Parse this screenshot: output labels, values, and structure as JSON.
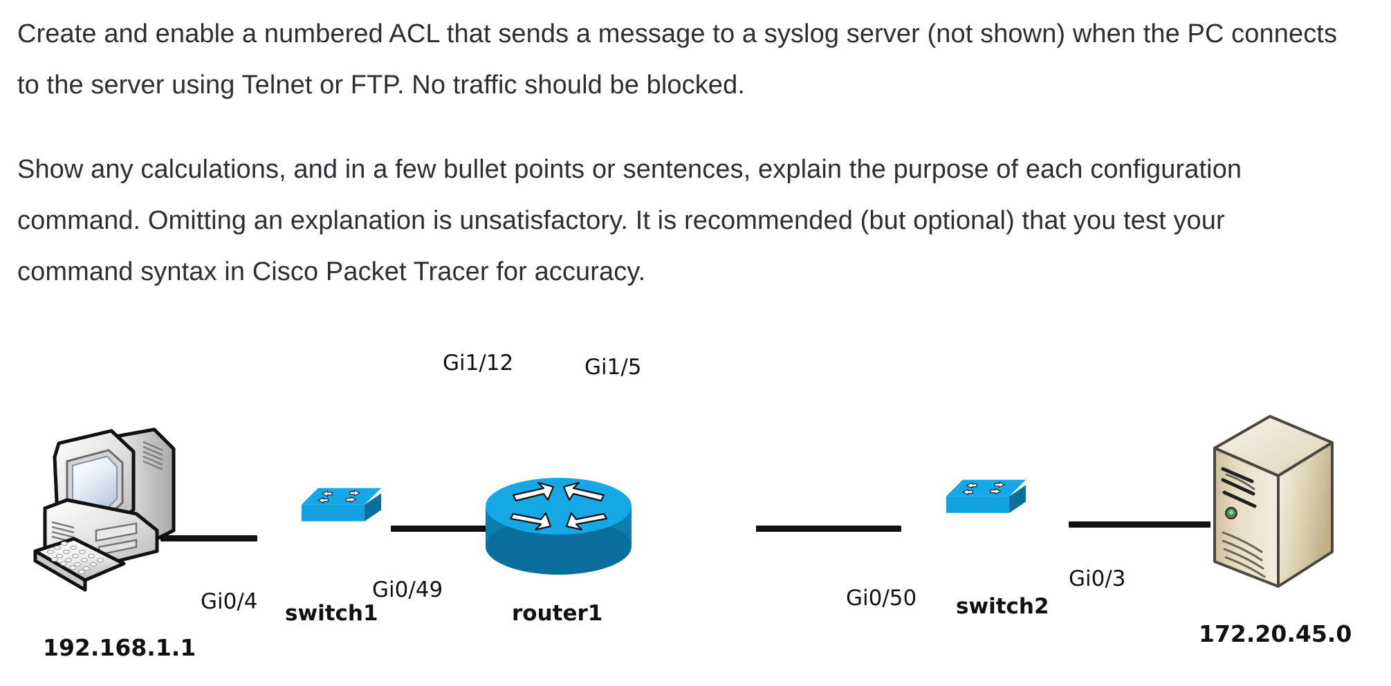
{
  "document": {
    "paragraphs": [
      "Create and enable a numbered ACL that sends a message to a syslog server (not shown) when the PC connects to the server using Telnet or FTP. No traffic should be blocked.",
      "Show any calculations, and in a few bullet points or sentences, explain the purpose of each configuration command. Omitting an explanation is unsatisfactory. It is recommended (but optional) that you test your command syntax in Cisco Packet Tracer for accuracy."
    ]
  },
  "diagram": {
    "nodes": [
      {
        "id": "pc",
        "type": "pc",
        "label": "192.168.1.1"
      },
      {
        "id": "switch1",
        "type": "switch",
        "label": "switch1"
      },
      {
        "id": "router1",
        "type": "router",
        "label": "router1"
      },
      {
        "id": "switch2",
        "type": "switch",
        "label": "switch2"
      },
      {
        "id": "server",
        "type": "server",
        "label": "172.20.45.0"
      }
    ],
    "interfaces": {
      "switch1_left": "Gi0/4",
      "switch1_right": "Gi0/49",
      "router1_left": "Gi1/12",
      "router1_right": "Gi1/5",
      "switch2_left": "Gi0/50",
      "switch2_right": "Gi0/3"
    },
    "links": [
      {
        "from": "pc",
        "to": "switch1"
      },
      {
        "from": "switch1",
        "to": "router1"
      },
      {
        "from": "router1",
        "to": "switch2"
      },
      {
        "from": "switch2",
        "to": "server"
      }
    ],
    "colors": {
      "cisco_blue_top": "#16a8e6",
      "cisco_blue_side": "#0d7cae",
      "link_line": "#111111",
      "server_beige": "#d6c9a8",
      "label_text": "#111111",
      "body_text": "#2b2e33"
    }
  }
}
